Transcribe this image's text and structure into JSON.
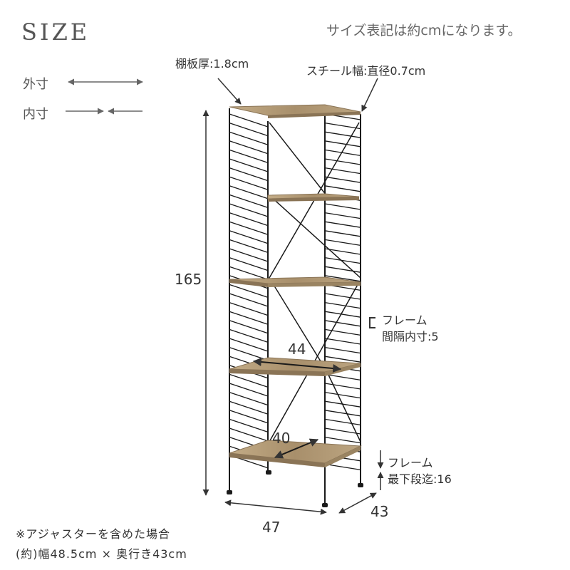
{
  "title": "SIZE",
  "note_top": "サイズ表記は約cmになります。",
  "legend": {
    "outer_label": "外寸",
    "inner_label": "内寸"
  },
  "labels": {
    "shelf_thickness": "棚板厚:1.8cm",
    "steel_width": "スチール幅:直径0.7cm",
    "height": "165",
    "frame_interval_1": "フレーム",
    "frame_interval_2": "間隔内寸:5",
    "inner_width": "44",
    "inner_depth": "40",
    "frame_bottom_1": "フレーム",
    "frame_bottom_2": "最下段迄:16",
    "outer_width": "47",
    "outer_depth": "43"
  },
  "footnote": {
    "line1": "※アジャスターを含めた場合",
    "line2": "(約)幅48.5cm × 奥行き43cm"
  },
  "colors": {
    "wood": "#b19a76",
    "wood_edge": "#8a7456",
    "steel": "#1a1a1a",
    "dim_line": "#333333",
    "legend_arrow": "#666666"
  }
}
